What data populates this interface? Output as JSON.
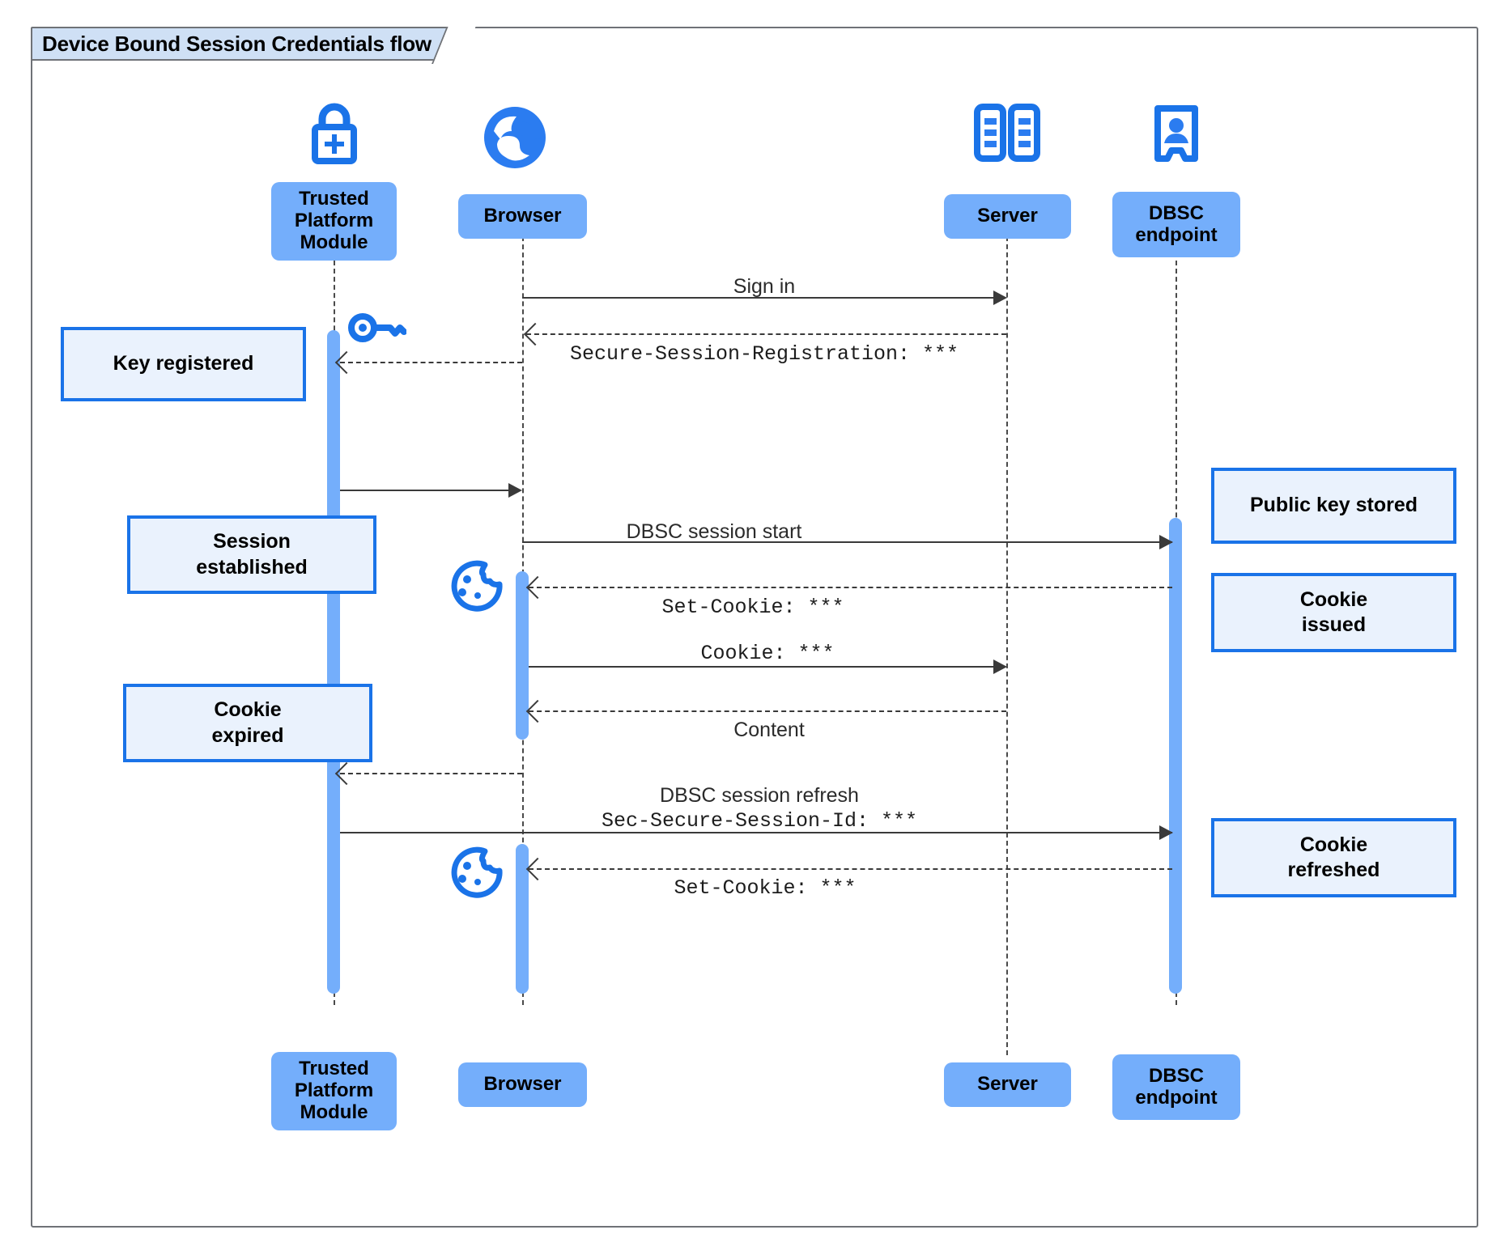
{
  "frame": {
    "title": "Device Bound Session Credentials flow"
  },
  "colors": {
    "participant_box": "#74aefb",
    "note_fill": "#eaf2fd",
    "note_border": "#1a73e8",
    "icon_blue": "#1a73e8",
    "frame_border": "#6f7277",
    "tab_fill": "#cfe0f5",
    "activation": "#74aefb"
  },
  "participants": [
    {
      "id": "tpm",
      "label": "Trusted\nPlatform\nModule",
      "icon": "padlock-plus-icon"
    },
    {
      "id": "browser",
      "label": "Browser",
      "icon": "globe-icon"
    },
    {
      "id": "server",
      "label": "Server",
      "icon": "server-rack-icon"
    },
    {
      "id": "dbsc",
      "label": "DBSC\nendpoint",
      "icon": "id-badge-icon"
    }
  ],
  "participants_bottom": [
    {
      "id": "tpm",
      "label": "Trusted\nPlatform\nModule"
    },
    {
      "id": "browser",
      "label": "Browser"
    },
    {
      "id": "server",
      "label": "Server"
    },
    {
      "id": "dbsc",
      "label": "DBSC\nendpoint"
    }
  ],
  "messages": [
    {
      "id": "m1",
      "label": "Sign in",
      "style": "sans",
      "from": "browser",
      "to": "server",
      "kind": "solid"
    },
    {
      "id": "m2",
      "label": "Secure-Session-Registration: ***",
      "style": "mono",
      "from": "server",
      "to": "browser",
      "kind": "dashed"
    },
    {
      "id": "m3",
      "label": "",
      "style": "sans",
      "from": "tpm",
      "to": "browser",
      "kind": "solid"
    },
    {
      "id": "m4",
      "label": "DBSC session start",
      "style": "sans",
      "from": "browser",
      "to": "dbsc",
      "kind": "solid"
    },
    {
      "id": "m5",
      "label": "Set-Cookie: ***",
      "style": "mono",
      "from": "dbsc",
      "to": "browser",
      "kind": "dashed"
    },
    {
      "id": "m6",
      "label": "Cookie: ***",
      "style": "mono",
      "from": "browser",
      "to": "server",
      "kind": "solid"
    },
    {
      "id": "m7",
      "label": "Content",
      "style": "sans",
      "from": "server",
      "to": "browser",
      "kind": "dashed"
    },
    {
      "id": "m8",
      "label": "",
      "style": "sans",
      "from": "browser",
      "to": "tpm",
      "kind": "dashed"
    },
    {
      "id": "m9",
      "label": "DBSC session refresh",
      "style": "sans",
      "from": "tpm",
      "to": "dbsc",
      "kind": "solid"
    },
    {
      "id": "m9b",
      "label": "Sec-Secure-Session-Id: ***",
      "style": "mono",
      "from": "tpm",
      "to": "dbsc",
      "kind": "solid"
    },
    {
      "id": "m10",
      "label": "Set-Cookie: ***",
      "style": "mono",
      "from": "dbsc",
      "to": "browser",
      "kind": "dashed"
    }
  ],
  "notes_left": [
    {
      "id": "n1",
      "label": "Key registered"
    },
    {
      "id": "n2",
      "label": "Session\nestablished"
    },
    {
      "id": "n3",
      "label": "Cookie\nexpired"
    }
  ],
  "notes_right": [
    {
      "id": "n4",
      "label": "Public key stored"
    },
    {
      "id": "n5",
      "label": "Cookie\nissued"
    },
    {
      "id": "n6",
      "label": "Cookie\nrefreshed"
    }
  ],
  "inline_icons": [
    {
      "id": "i1",
      "name": "key-icon"
    },
    {
      "id": "i2",
      "name": "cookie-icon"
    },
    {
      "id": "i3",
      "name": "cookie-icon"
    }
  ]
}
